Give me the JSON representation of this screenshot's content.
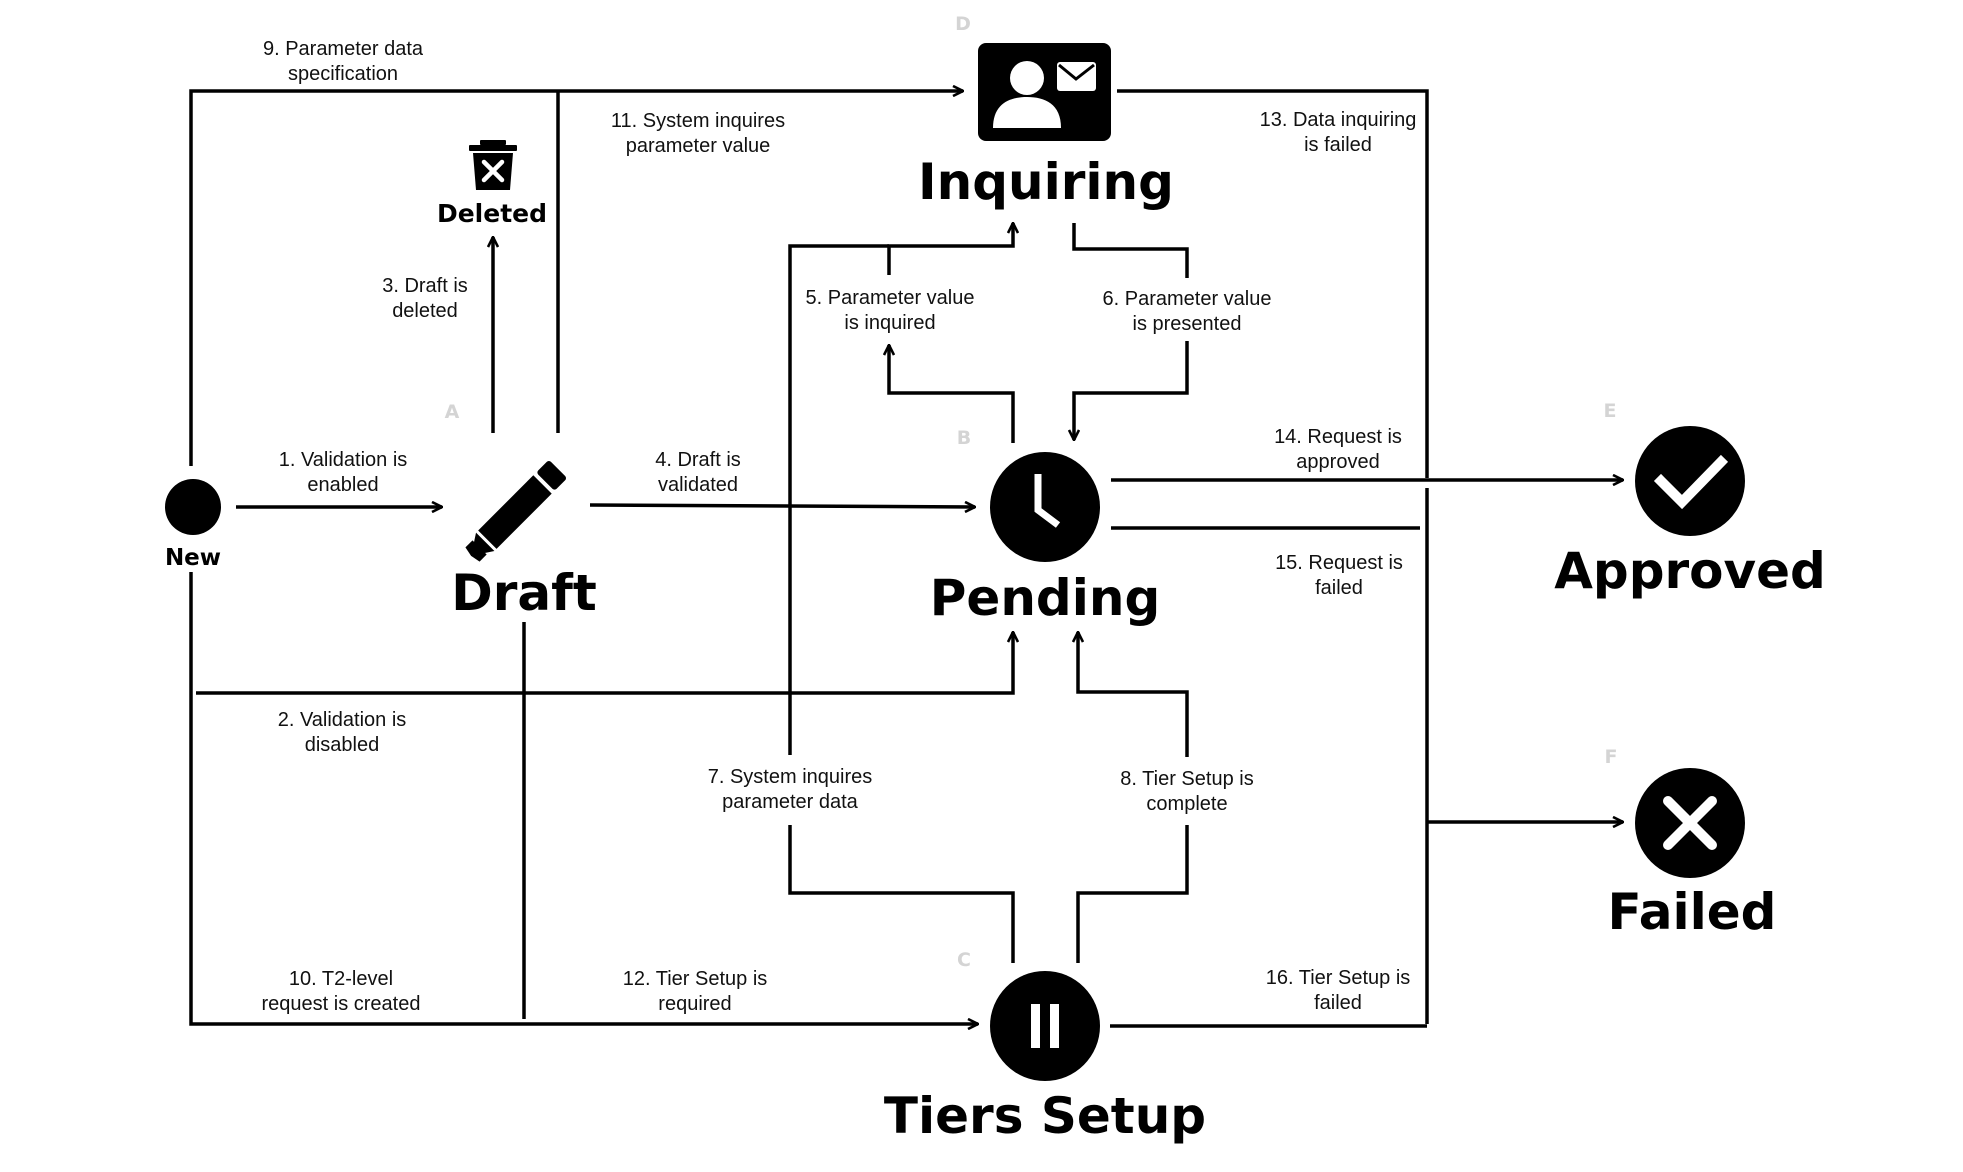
{
  "states": {
    "new": {
      "name": "New"
    },
    "draft": {
      "name": "Draft",
      "letter": "A"
    },
    "deleted": {
      "name": "Deleted"
    },
    "pending": {
      "name": "Pending",
      "letter": "B"
    },
    "tiers": {
      "name": "Tiers Setup",
      "letter": "C"
    },
    "inquiring": {
      "name": "Inquiring",
      "letter": "D"
    },
    "approved": {
      "name": "Approved",
      "letter": "E"
    },
    "failed": {
      "name": "Failed",
      "letter": "F"
    }
  },
  "transitions": [
    {
      "num": 1,
      "line1": "1. Validation is",
      "line2": "enabled"
    },
    {
      "num": 2,
      "line1": "2. Validation is",
      "line2": "disabled"
    },
    {
      "num": 3,
      "line1": "3. Draft is",
      "line2": "deleted"
    },
    {
      "num": 4,
      "line1": "4. Draft is",
      "line2": "validated"
    },
    {
      "num": 5,
      "line1": "5. Parameter value",
      "line2": "is inquired"
    },
    {
      "num": 6,
      "line1": "6. Parameter value",
      "line2": "is presented"
    },
    {
      "num": 7,
      "line1": "7. System inquires",
      "line2": "parameter data"
    },
    {
      "num": 8,
      "line1": "8. Tier Setup is",
      "line2": "complete"
    },
    {
      "num": 9,
      "line1": "9. Parameter data",
      "line2": "specification"
    },
    {
      "num": 10,
      "line1": "10. T2-level",
      "line2": "request is created"
    },
    {
      "num": 11,
      "line1": "11. System inquires",
      "line2": "parameter value"
    },
    {
      "num": 12,
      "line1": "12. Tier Setup is",
      "line2": "required"
    },
    {
      "num": 13,
      "line1": "13. Data inquiring",
      "line2": "is failed"
    },
    {
      "num": 14,
      "line1": "14. Request is",
      "line2": "approved"
    },
    {
      "num": 15,
      "line1": "15. Request is",
      "line2": "failed"
    },
    {
      "num": 16,
      "line1": "16. Tier Setup is",
      "line2": "failed"
    }
  ],
  "icons": {
    "new": "filled-circle-icon",
    "draft": "pencil-icon",
    "deleted": "trash-icon",
    "pending": "clock-icon",
    "tiers": "pause-icon",
    "inquiring": "contact-card-icon",
    "approved": "checkmark-icon",
    "failed": "x-icon"
  },
  "colors": {
    "ink": "#000000",
    "faint_letter": "#d4d4d4",
    "background": "#ffffff"
  }
}
